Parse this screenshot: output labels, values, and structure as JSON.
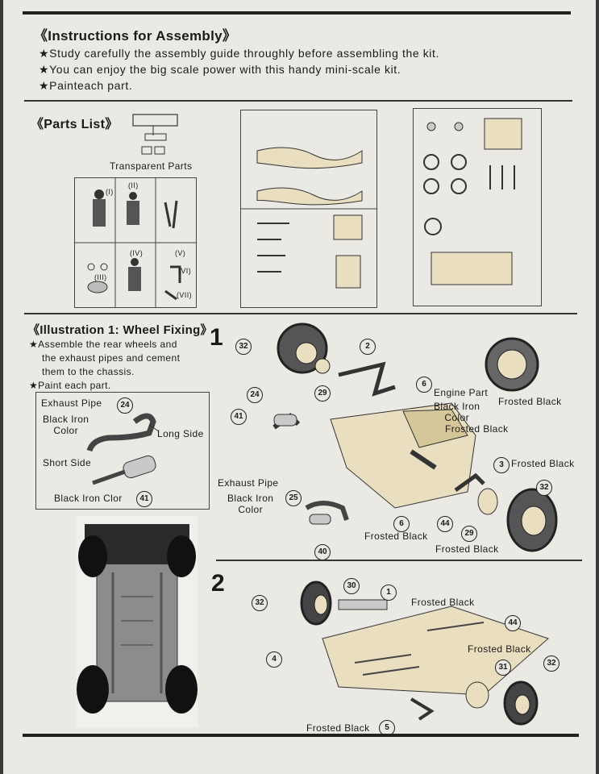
{
  "header": {
    "title": "《Instructions for Assembly》",
    "lines": [
      "★Study carefully the assembly guide throughly before assembling the kit.",
      "★You can enjoy the big scale power with this handy mini-scale kit.",
      "★Painteach part."
    ]
  },
  "parts_list": {
    "title": "《Parts List》",
    "transparent_label": "Transparent Parts",
    "figure_labels": [
      "(I)",
      "(II)",
      "(III)",
      "(IV)",
      "(V)",
      "(VI)",
      "(VII)"
    ]
  },
  "illustration1": {
    "title": "《Illustration 1: Wheel Fixing》",
    "bullets": [
      "★Assemble the rear wheels and",
      "the exhaust pipes and cement",
      "them to the chassis.",
      "★Paint each part."
    ],
    "inset": {
      "exhaust_pipe": "Exhaust Pipe",
      "black_iron_color": "Black Iron\nColor",
      "long_side": "Long Side",
      "short_side": "Short Side",
      "black_iron_clor": "Black Iron Clor",
      "n24": "24",
      "n41": "41"
    },
    "step": "1",
    "labels": {
      "engine_part": "Engine Part",
      "black_iron_color": "Black Iron\nColor",
      "frosted_black": "Frosted Black",
      "exhaust_pipe": "Exhaust Pipe"
    },
    "callouts": [
      "32",
      "2",
      "6",
      "29",
      "24",
      "41",
      "3",
      "32",
      "25",
      "6",
      "44",
      "29",
      "40"
    ]
  },
  "illustration2": {
    "step": "2",
    "labels": {
      "frosted_black": "Frosted Black"
    },
    "callouts": [
      "30",
      "1",
      "32",
      "44",
      "4",
      "31",
      "32",
      "5"
    ]
  }
}
